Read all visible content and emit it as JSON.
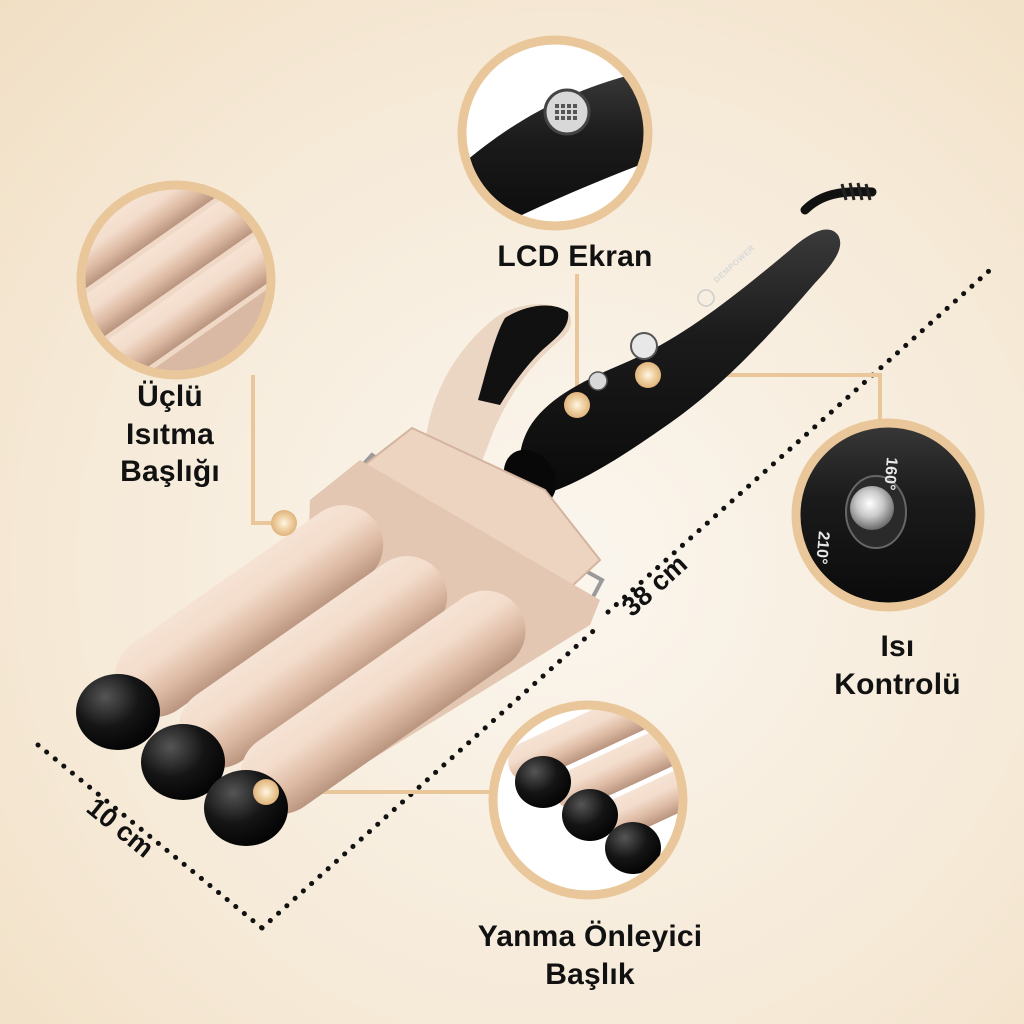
{
  "callouts": {
    "lcd": {
      "lines": [
        "LCD Ekran"
      ]
    },
    "triple": {
      "lines": [
        "Üçlü",
        "Isıtma",
        "Başlığı"
      ]
    },
    "heat": {
      "lines": [
        "Isı",
        "Kontrolü"
      ]
    },
    "tip": {
      "lines": [
        "Yanma Önleyici",
        "Başlık"
      ]
    }
  },
  "dimensions": {
    "length": "38 cm",
    "width": "10 cm"
  },
  "device": {
    "brand": "DEMPOWER",
    "temp_low": "160°",
    "temp_high": "210°"
  },
  "colors": {
    "accent": "#e9c79a",
    "barrel": "#ecd3bf",
    "handle": "#1c1c1c",
    "text": "#111111"
  }
}
